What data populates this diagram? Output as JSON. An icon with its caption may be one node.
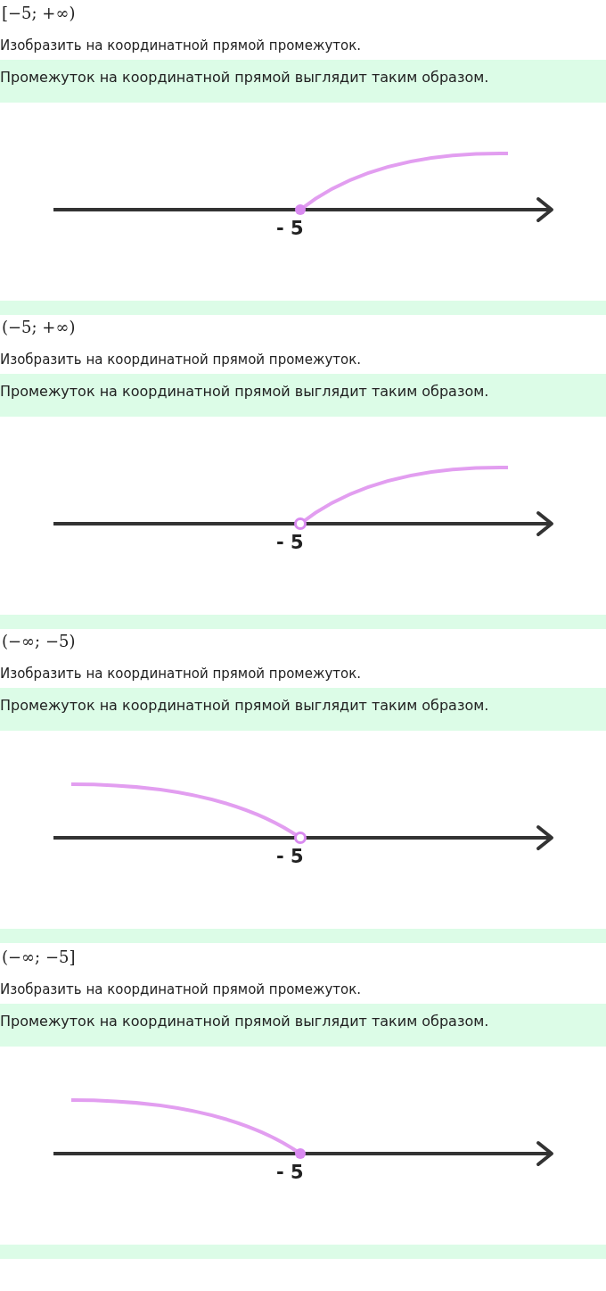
{
  "diagram": {
    "nodes": [
      {
        "text": [],
        "shape": "bar"
      },
      {
        "text": [],
        "shape": "bar"
      },
      {
        "text": [],
        "shape": "bar"
      },
      {
        "text": [],
        "shape": "bar"
      }
    ],
    "labels": [
      "[−5; +∞)",
      "Изобразить на координатной прямой промежуток.",
      "Промежуток на координатной прямой выглядит таким образом.",
      "- 5",
      "(−5; +∞)",
      "Изобразить на координатной прямой промежуток.",
      "Промежуток на координатной прямой выглядит таким образом.",
      "- 5",
      "(−∞; −5)",
      "Изобразить на координатной прямой промежуток.",
      "Промежуток на координатной прямой выглядит таким образом.",
      "- 5",
      "(−∞; −5]",
      "Изобразить на координатной прямой промежуток.",
      "Промежуток на координатной прямой выглядит таким образом.",
      "- 5"
    ]
  }
}
